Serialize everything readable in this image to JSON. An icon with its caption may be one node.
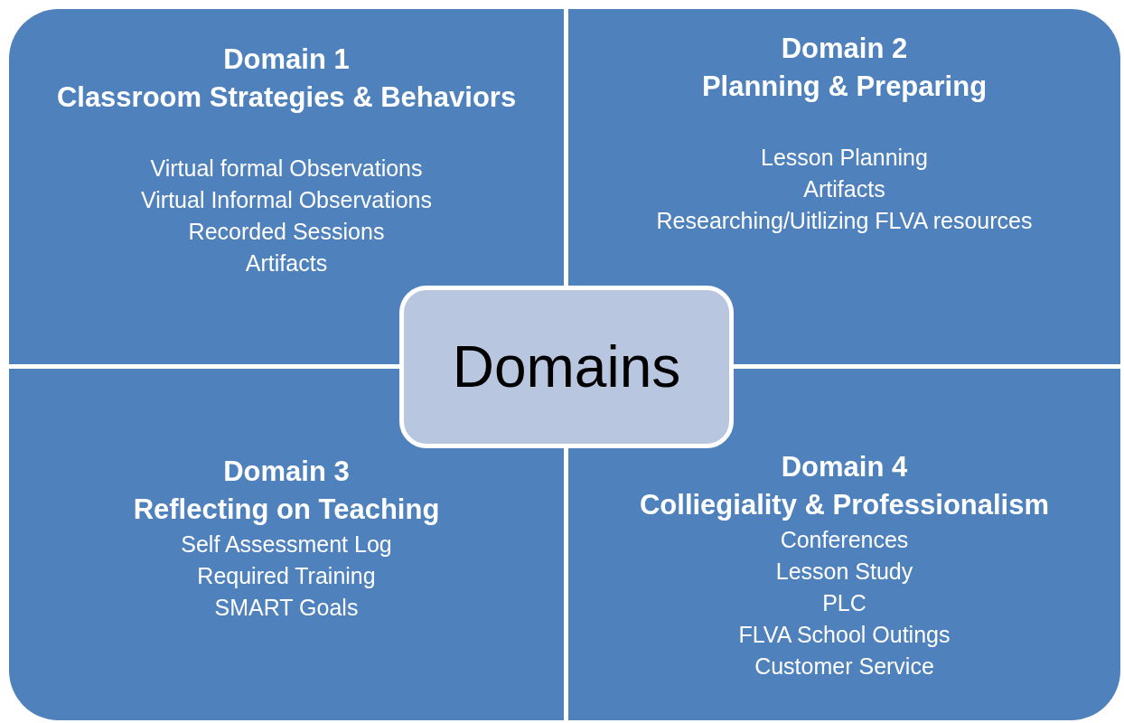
{
  "diagram": {
    "nodes": [
      {
        "text": [
          "Domain 1",
          "Classroom Strategies & Behaviors",
          "Virtual formal Observations",
          "Virtual Informal Observations",
          "Recorded Sessions",
          "Artifacts"
        ]
      },
      {
        "text": [
          "Domain 2",
          "Planning & Preparing",
          "Lesson Planning",
          "Artifacts",
          "Researching/Uitlizing FLVA resources"
        ]
      },
      {
        "text": [
          "Domain 3",
          "Reflecting on Teaching",
          "Self Assessment Log",
          "Required Training",
          "SMART Goals"
        ]
      },
      {
        "text": [
          "Domain 4",
          "Colliegiality & Professionalism",
          "Conferences",
          "Lesson Study",
          "PLC",
          "FLVA School Outings",
          "Customer Service"
        ]
      },
      {
        "text": [
          "Domains"
        ]
      }
    ],
    "edges": []
  }
}
